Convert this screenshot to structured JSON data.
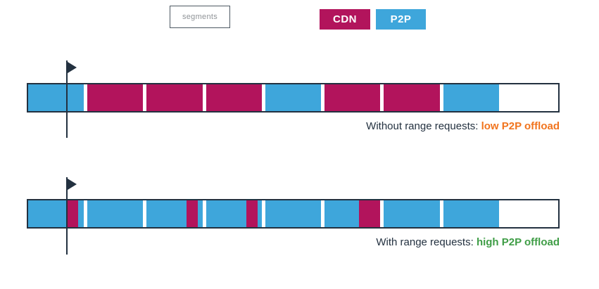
{
  "legend": {
    "segments_label": "segments",
    "cdn_label": "CDN",
    "p2p_label": "P2P"
  },
  "colors": {
    "cdn": "#b2145c",
    "p2p": "#3ea6db",
    "outline": "#233140",
    "orange": "#f1741e",
    "green": "#3f9d46"
  },
  "rows": [
    {
      "caption_prefix": "Without range requests: ",
      "caption_highlight": "low P2P offload",
      "highlight_color": "orange",
      "segments": [
        [
          {
            "color": "p2p",
            "flex": 100
          }
        ],
        [
          {
            "color": "cdn",
            "flex": 100
          }
        ],
        [
          {
            "color": "cdn",
            "flex": 100
          }
        ],
        [
          {
            "color": "cdn",
            "flex": 100
          }
        ],
        [
          {
            "color": "p2p",
            "flex": 100
          }
        ],
        [
          {
            "color": "cdn",
            "flex": 100
          }
        ],
        [
          {
            "color": "cdn",
            "flex": 100
          }
        ],
        [
          {
            "color": "p2p",
            "flex": 100
          }
        ],
        [
          {
            "color": "empty",
            "flex": 100
          }
        ]
      ]
    },
    {
      "caption_prefix": "With range requests: ",
      "caption_highlight": "high P2P offload",
      "highlight_color": "green",
      "segments": [
        [
          {
            "color": "p2p",
            "flex": 70
          },
          {
            "color": "cdn",
            "flex": 20
          },
          {
            "color": "p2p",
            "flex": 10
          }
        ],
        [
          {
            "color": "p2p",
            "flex": 100
          }
        ],
        [
          {
            "color": "p2p",
            "flex": 72
          },
          {
            "color": "cdn",
            "flex": 20
          },
          {
            "color": "p2p",
            "flex": 8
          }
        ],
        [
          {
            "color": "p2p",
            "flex": 72
          },
          {
            "color": "cdn",
            "flex": 20
          },
          {
            "color": "p2p",
            "flex": 8
          }
        ],
        [
          {
            "color": "p2p",
            "flex": 100
          }
        ],
        [
          {
            "color": "p2p",
            "flex": 62
          },
          {
            "color": "cdn",
            "flex": 38
          }
        ],
        [
          {
            "color": "p2p",
            "flex": 100
          }
        ],
        [
          {
            "color": "p2p",
            "flex": 100
          }
        ],
        [
          {
            "color": "empty",
            "flex": 100
          }
        ]
      ]
    }
  ]
}
